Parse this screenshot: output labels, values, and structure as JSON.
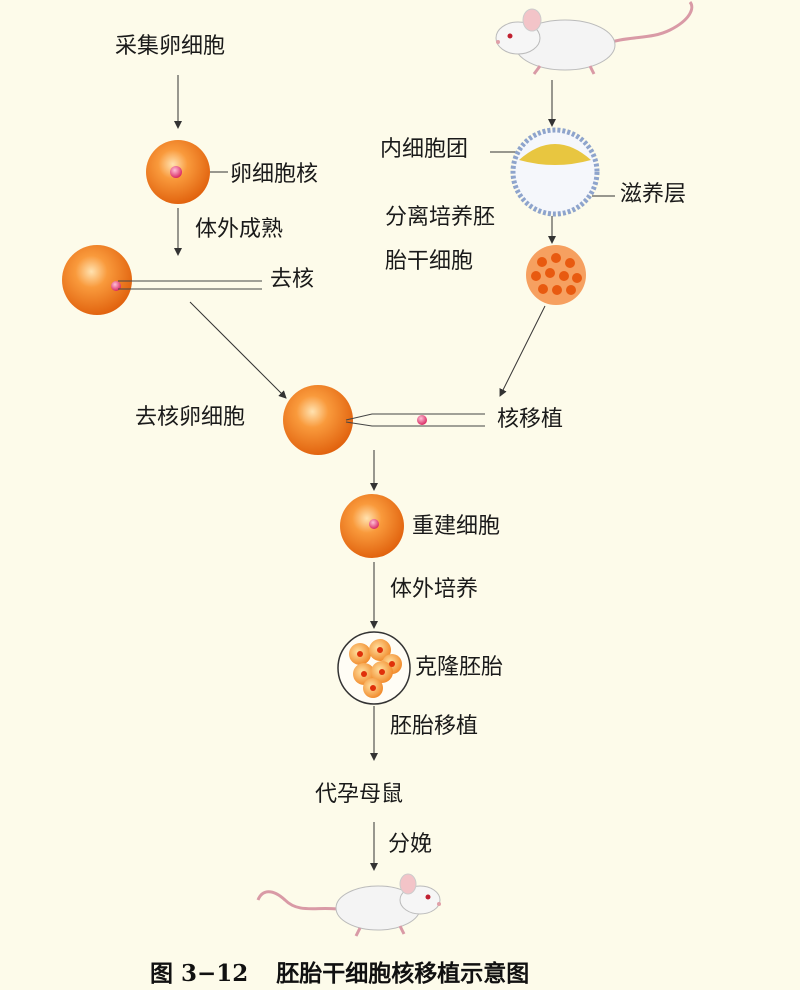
{
  "labels": {
    "collect_eggs": "采集卵细胞",
    "egg_nucleus": "卵细胞核",
    "in_vitro_maturation": "体外成熟",
    "enucleation": "去核",
    "enucleated_egg": "去核卵细胞",
    "nuclear_transfer": "核移植",
    "inner_cell_mass": "内细胞团",
    "trophoblast": "滋养层",
    "isolate_culture_line1": "分离培养胚",
    "isolate_culture_line2": "胎干细胞",
    "reconstructed_cell": "重建细胞",
    "in_vitro_culture": "体外培养",
    "cloned_embryo": "克隆胚胎",
    "embryo_transfer": "胚胎移植",
    "surrogate_mouse": "代孕母鼠",
    "birth": "分娩"
  },
  "caption": {
    "figure_number": "图 3−12",
    "title": "胚胎干细胞核移植示意图"
  },
  "colors": {
    "egg": "#f07a1e",
    "nucleus": "#e0306a",
    "background": "#fdfbea"
  }
}
